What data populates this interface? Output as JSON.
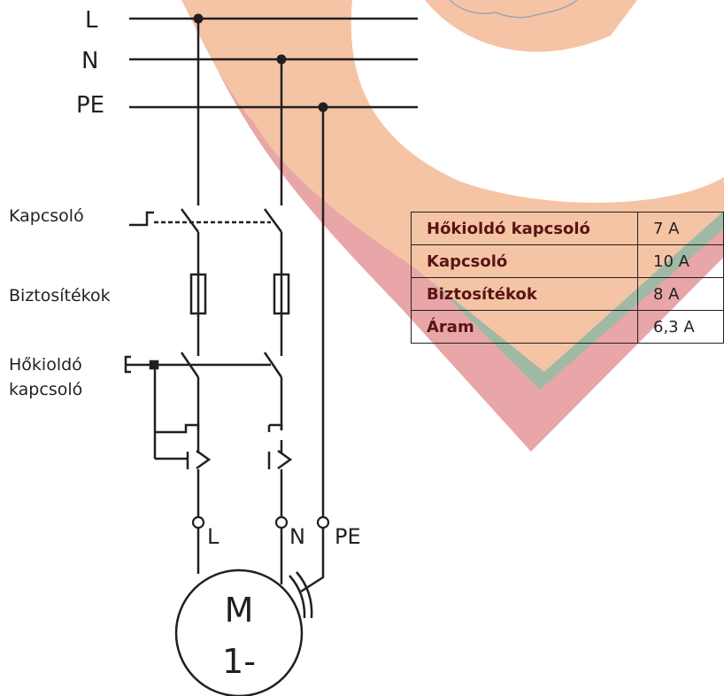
{
  "bus_lines": [
    "L",
    "N",
    "PE"
  ],
  "components": {
    "switch": "Kapcsoló",
    "fuses": "Biztosítékok",
    "thermal_switch": [
      "Hőkioldó",
      "kapcsoló"
    ]
  },
  "terminals": [
    "L",
    "N",
    "PE"
  ],
  "motor": {
    "letter": "M",
    "phase": "1-"
  },
  "table": {
    "rows": [
      {
        "name": "Hőkioldó kapcsoló",
        "value": "7 A"
      },
      {
        "name": "Kapcsoló",
        "value": "10 A"
      },
      {
        "name": "Biztosítékok",
        "value": "8 A"
      },
      {
        "name": "Áram",
        "value": "6,3 A"
      }
    ]
  },
  "colors": {
    "wire": "#231f20",
    "watermark_orange": "#f5c4a5",
    "watermark_green": "#9fb9a4",
    "watermark_red": "#e8a6a8",
    "table_key": "#5a1414"
  }
}
